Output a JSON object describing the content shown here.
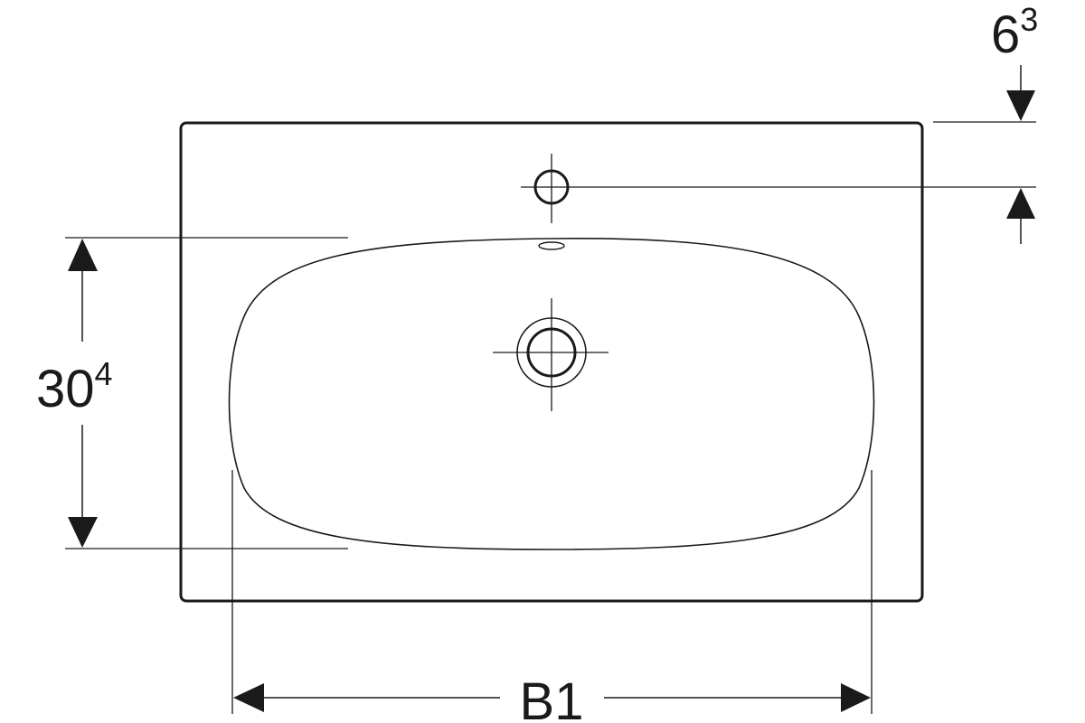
{
  "dimensions": {
    "tap_hole_offset": {
      "base": "6",
      "sup": "3"
    },
    "bowl_depth": {
      "base": "30",
      "sup": "4"
    },
    "bowl_width": {
      "label": "B1"
    }
  },
  "colors": {
    "line": "#1a1a1a",
    "background": "#ffffff"
  }
}
